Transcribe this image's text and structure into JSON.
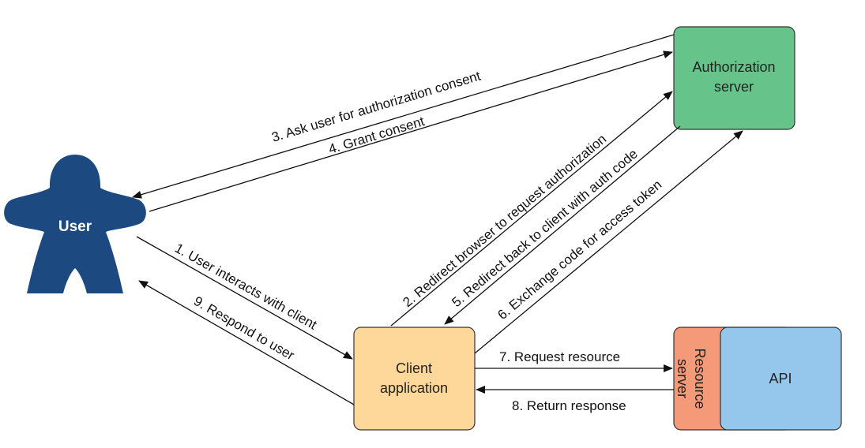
{
  "nodes": {
    "user": {
      "label": "User",
      "color": "#1c4a80"
    },
    "auth_server": {
      "label_lines": [
        "Authorization",
        "server"
      ],
      "color": "#66c48b"
    },
    "client": {
      "label_lines": [
        "Client",
        "application"
      ],
      "color": "#fed89a"
    },
    "resource_server": {
      "label_lines": [
        "Resource",
        "server"
      ],
      "color": "#f59a78"
    },
    "api": {
      "label": "API",
      "color": "#95c7ec"
    }
  },
  "edges": [
    {
      "label": "1. User interacts with client"
    },
    {
      "label": "2. Redirect browser to request authorization"
    },
    {
      "label": "3. Ask user for authorization consent"
    },
    {
      "label": "4. Grant consent"
    },
    {
      "label": "5. Redirect back to client with auth code"
    },
    {
      "label": "6. Exchange code for access token"
    },
    {
      "label": "7. Request resource"
    },
    {
      "label": "8. Return response"
    },
    {
      "label": "9. Respond to user"
    }
  ]
}
